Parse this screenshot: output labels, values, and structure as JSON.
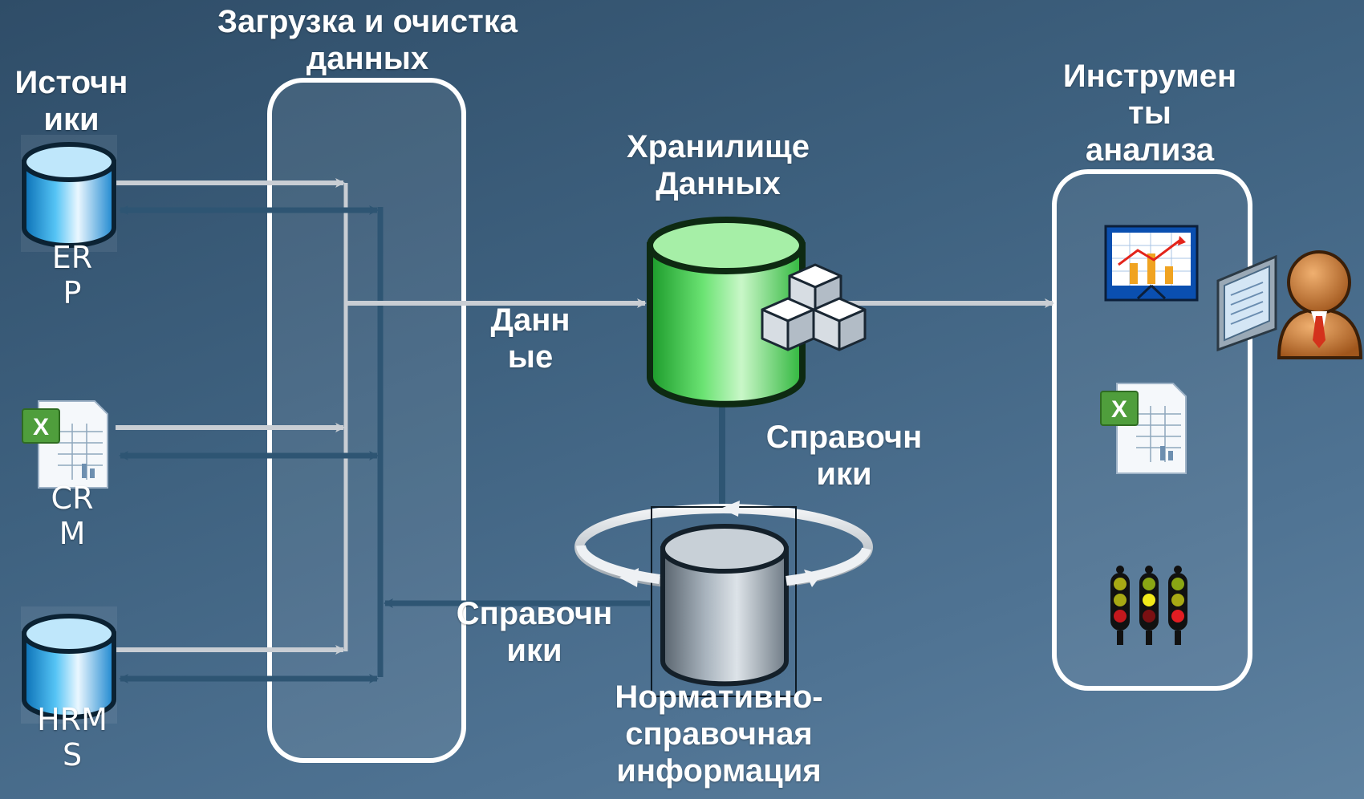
{
  "labels": {
    "sources": "Источн\nики",
    "etl": "Загрузка и очистка\nданных",
    "dwh": "Хранилище\nДанных",
    "tools": "Инструмен\nты\nанализа",
    "data_arrow": "Данн\nые",
    "ref_up": "Справочн\nики",
    "ref_left": "Справочн\nики",
    "mdm": "Нормативно-\nсправочная\nинформация"
  },
  "sources": [
    {
      "name": "ER\nP",
      "icon": "database-icon"
    },
    {
      "name": "CR\nM",
      "icon": "excel-icon"
    },
    {
      "name": "HRM\nS",
      "icon": "database-icon"
    }
  ],
  "tools_icons": [
    "chart-board-icon",
    "excel-icon",
    "traffic-light-icon"
  ],
  "colors": {
    "background": "#3e617f",
    "source_db": "#1e9be0",
    "dwh_db": "#3fcf4a",
    "mdm_db": "#8a97a3",
    "arrow_light": "#c9ced4",
    "arrow_dark": "#2e5573"
  }
}
